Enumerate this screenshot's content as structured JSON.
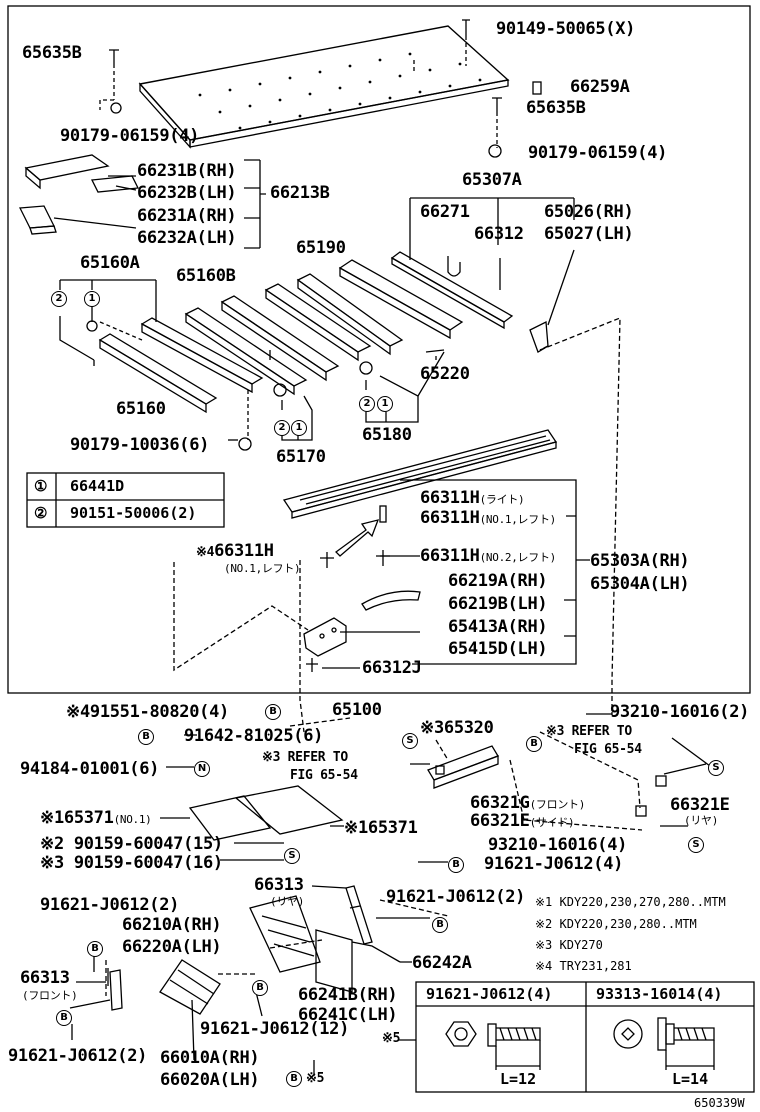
{
  "labels": {
    "p90149": "90149-50065(X)",
    "p65635b_a": "65635B",
    "p66259a": "66259A",
    "p65635b_b": "65635B",
    "p90179_a": "90179-06159(4)",
    "p90179_b": "90179-06159(4)",
    "p66231b": "66231B(RH)",
    "p66232b": "66232B(LH)",
    "p66213b": "66213B",
    "p66231a": "66231A(RH)",
    "p66232a": "66232A(LH)",
    "p65307a": "65307A",
    "p66271": "66271",
    "p66312": "66312",
    "p65026": "65026(RH)",
    "p65027": "65027(LH)",
    "p65190": "65190",
    "p65160a": "65160A",
    "p65160b": "65160B",
    "p65220": "65220",
    "p65160": "65160",
    "p90179_10036": "90179-10036(6)",
    "p65170": "65170",
    "p65180": "65180",
    "p66311h_1": "66311H",
    "p66311h_1s": "(ライト)",
    "p66311h_2": "66311H",
    "p66311h_2s": "(NO.1,レフト)",
    "p66311h_3pre": "※4",
    "p66311h_3": "66311H",
    "p66311h_3s": "(NO.1,レフト)",
    "p66311h_4": "66311H",
    "p66311h_4s": "(NO.2,レフト)",
    "p65303a": "65303A(RH)",
    "p65304a": "65304A(LH)",
    "p66219a": "66219A(RH)",
    "p66219b": "66219B(LH)",
    "p65413a": "65413A(RH)",
    "p65415d": "65415D(LH)",
    "p66312j": "66312J",
    "p91551": "※491551-80820(4)",
    "p65100": "65100",
    "p93210_a": "93210-16016(2)",
    "p91642": "91642-81025(6)",
    "p94184": "94184-01001(6)",
    "p65320": "※365320",
    "refer1a": "※3 REFER TO",
    "refer1b": "FIG 65-54",
    "refer2a": "※3 REFER TO",
    "refer2b": "FIG 65-54",
    "p66321g": "66321G",
    "p66321g_s": "(フロント)",
    "p66321e": "66321E",
    "p66321e_s": "(サイド)",
    "p66321e_b": "66321E",
    "p66321e_bs": "(リヤ)",
    "p93210_b": "93210-16016(4)",
    "p65371_a": "※165371",
    "p65371_as": "(NO.1)",
    "p65371_b": "※165371",
    "p90159_a": "※2 90159-60047(15)",
    "p90159_b": "※3 90159-60047(16)",
    "p91621_a": "91621-J0612(4)",
    "p91621_b": "91621-J0612(2)",
    "p91621_c": "91621-J0612(2)",
    "p66313_a": "66313",
    "p66313_as": "(リヤ)",
    "p66210a": "66210A(RH)",
    "p66220a": "66220A(LH)",
    "p66242a": "66242A",
    "p66313_b": "66313",
    "p66313_bs": "(フロント)",
    "p66241b": "66241B(RH)",
    "p66241c": "66241C(LH)",
    "p91621_d": "91621-J0612(12)",
    "p91621_e": "91621-J0612(2)",
    "p66010a": "66010A(RH)",
    "p66020a": "66020A(LH)",
    "p5mark": "※5",
    "p5mark_b": "※5",
    "fig": "650339W"
  },
  "legend": {
    "row1_key": "①",
    "row1_val": "66441D",
    "row2_key": "②",
    "row2_val": "90151-50006(2)"
  },
  "notes": {
    "n1": "※1 KDY220,230,270,280..MTM",
    "n2": "※2 KDY220,230,280..MTM",
    "n3": "※3 KDY270",
    "n4": "※4 TRY231,281"
  },
  "bolt_table": {
    "col1_title": "91621-J0612(4)",
    "col2_title": "93313-16014(4)",
    "col1_len": "L=12",
    "col2_len": "L=14"
  },
  "markers": {
    "b": "B",
    "s": "S",
    "n": "N",
    "one": "1",
    "two": "2"
  }
}
